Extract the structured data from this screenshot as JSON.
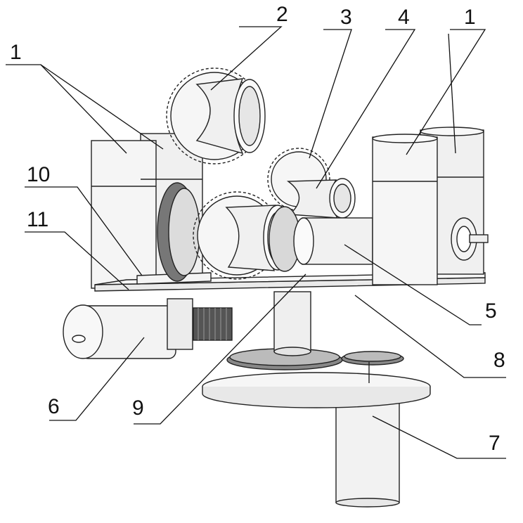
{
  "labels": {
    "motor_group_left": "1",
    "motor_group_right": "1",
    "roller_large": "2",
    "gear_mid": "3",
    "roller_small": "4",
    "pinch_cylinder": "5",
    "side_motor": "6",
    "bottom_motor": "7",
    "base_plate": "8",
    "support_shaft": "9",
    "bracket": "10",
    "side_plate": "11"
  },
  "colors": {
    "line": "#222222",
    "light_fill": "#f3f3f3",
    "mid_fill": "#e2e2e2",
    "dark_fill": "#555555",
    "background": "#ffffff"
  }
}
